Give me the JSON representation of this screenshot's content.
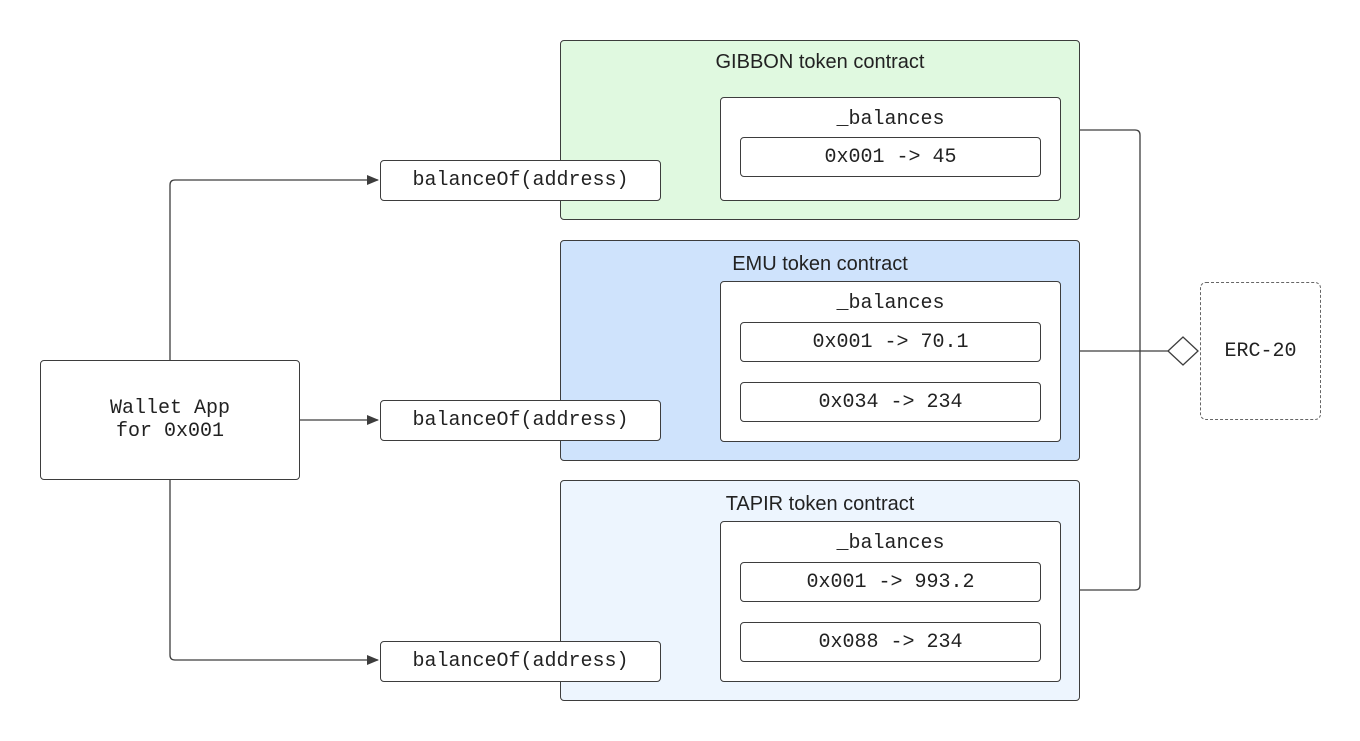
{
  "wallet": {
    "line1": "Wallet App",
    "line2": "for 0x001"
  },
  "calls": [
    {
      "label": "balanceOf(address)"
    },
    {
      "label": "balanceOf(address)"
    },
    {
      "label": "balanceOf(address)"
    }
  ],
  "contracts": [
    {
      "title": "GIBBON token contract",
      "color": "#e0f9e0",
      "balances_label": "_balances",
      "entries": [
        "0x001 -> 45"
      ]
    },
    {
      "title": "EMU token contract",
      "color": "#cfe3fc",
      "balances_label": "_balances",
      "entries": [
        "0x001 -> 70.1",
        "0x034 -> 234"
      ]
    },
    {
      "title": "TAPIR token contract",
      "color": "#edf5fe",
      "balances_label": "_balances",
      "entries": [
        "0x001 -> 993.2",
        "0x088 -> 234"
      ]
    }
  ],
  "interface": {
    "label": "ERC-20"
  }
}
